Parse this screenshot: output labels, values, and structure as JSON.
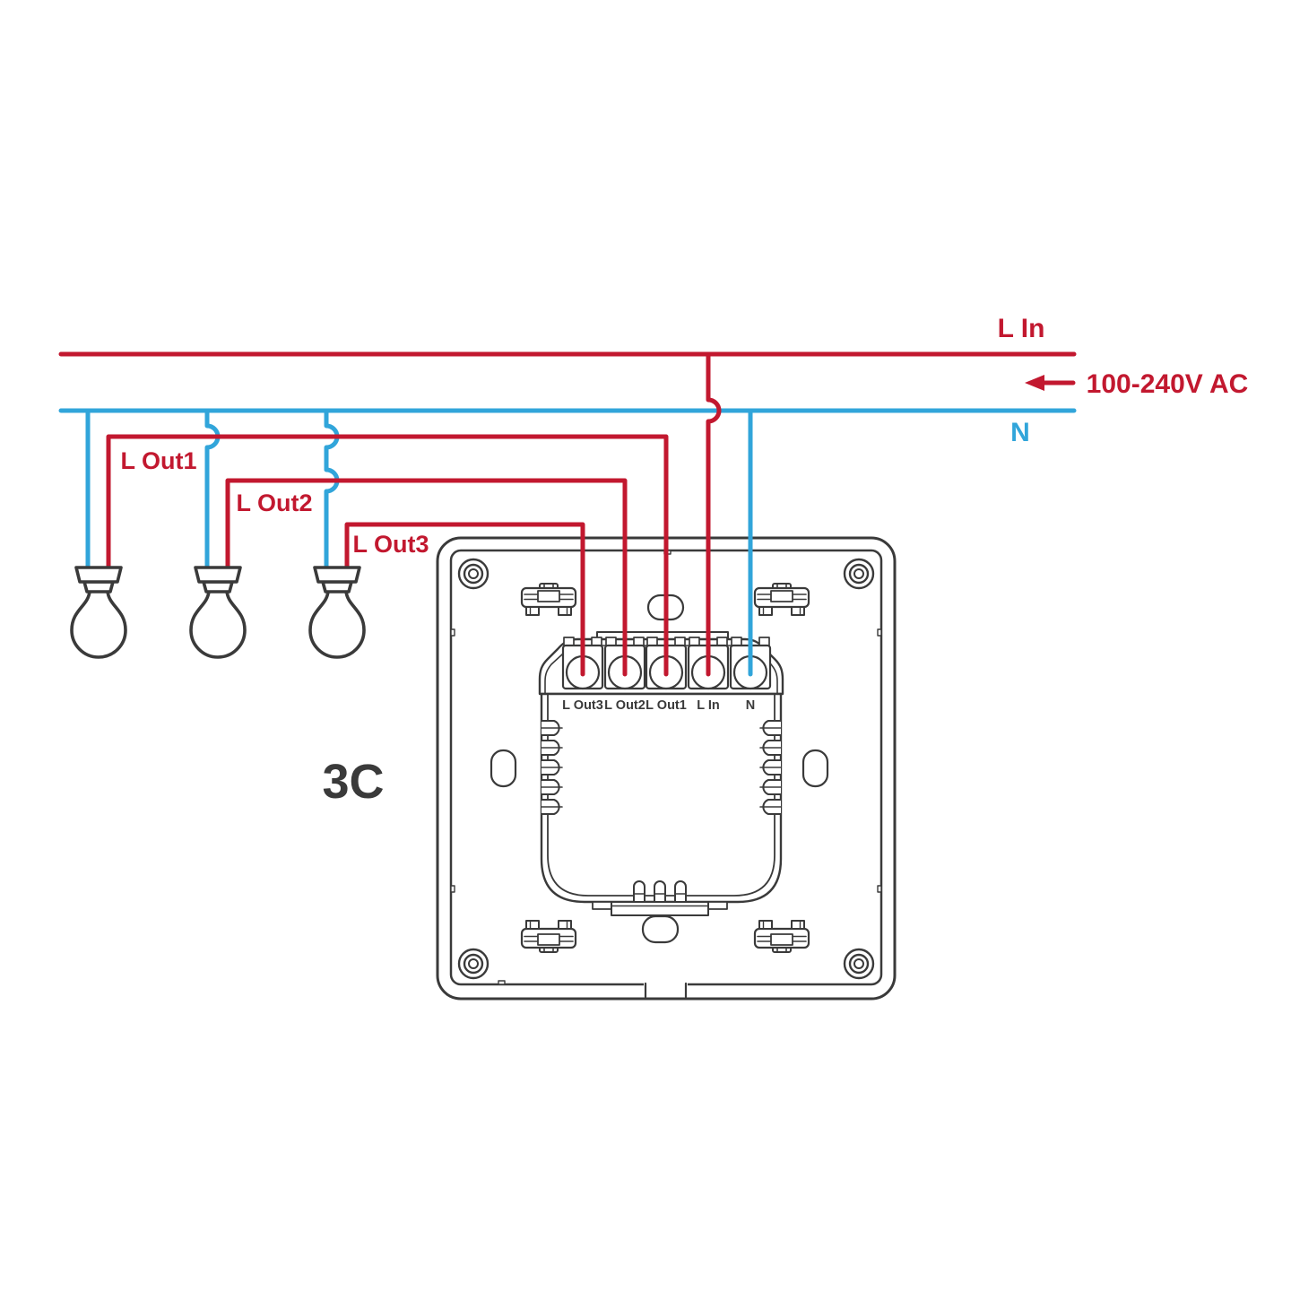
{
  "diagram": {
    "model_label": "3C",
    "supply": {
      "live_label": "L In",
      "voltage_label": "100-240V AC",
      "neutral_label": "N"
    },
    "output_wires": [
      {
        "label": "L Out1"
      },
      {
        "label": "L Out2"
      },
      {
        "label": "L Out3"
      }
    ],
    "terminals": [
      {
        "label": "L Out3"
      },
      {
        "label": "L Out2"
      },
      {
        "label": "L Out1"
      },
      {
        "label": "L In"
      },
      {
        "label": "N"
      }
    ],
    "colors": {
      "live": "#C2182F",
      "neutral": "#31A5DA",
      "outline": "#3A3A3A"
    }
  }
}
